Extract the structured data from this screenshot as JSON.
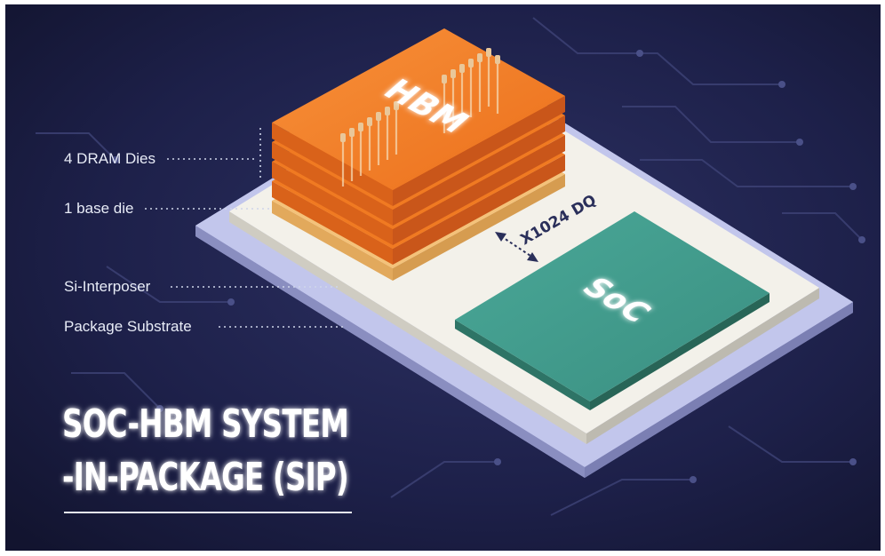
{
  "diagram": {
    "title_line1": "SOC-HBM SYSTEM",
    "title_line2": "-IN-PACKAGE (SIP)",
    "hbm_label": "HBM",
    "soc_label": "SoC",
    "bus_label": "X1024 DQ",
    "callouts": {
      "dram_dies": "4 DRAM Dies",
      "base_die": "1 base die",
      "interposer": "Si-Interposer",
      "substrate": "Package Substrate"
    }
  },
  "colors": {
    "background": "#191c3e",
    "hbm_orange": "#f07a22",
    "base_die": "#f4c27a",
    "soc_teal": "#3f9a8b",
    "interposer": "#f3f1ea",
    "substrate": "#b9bde6"
  }
}
